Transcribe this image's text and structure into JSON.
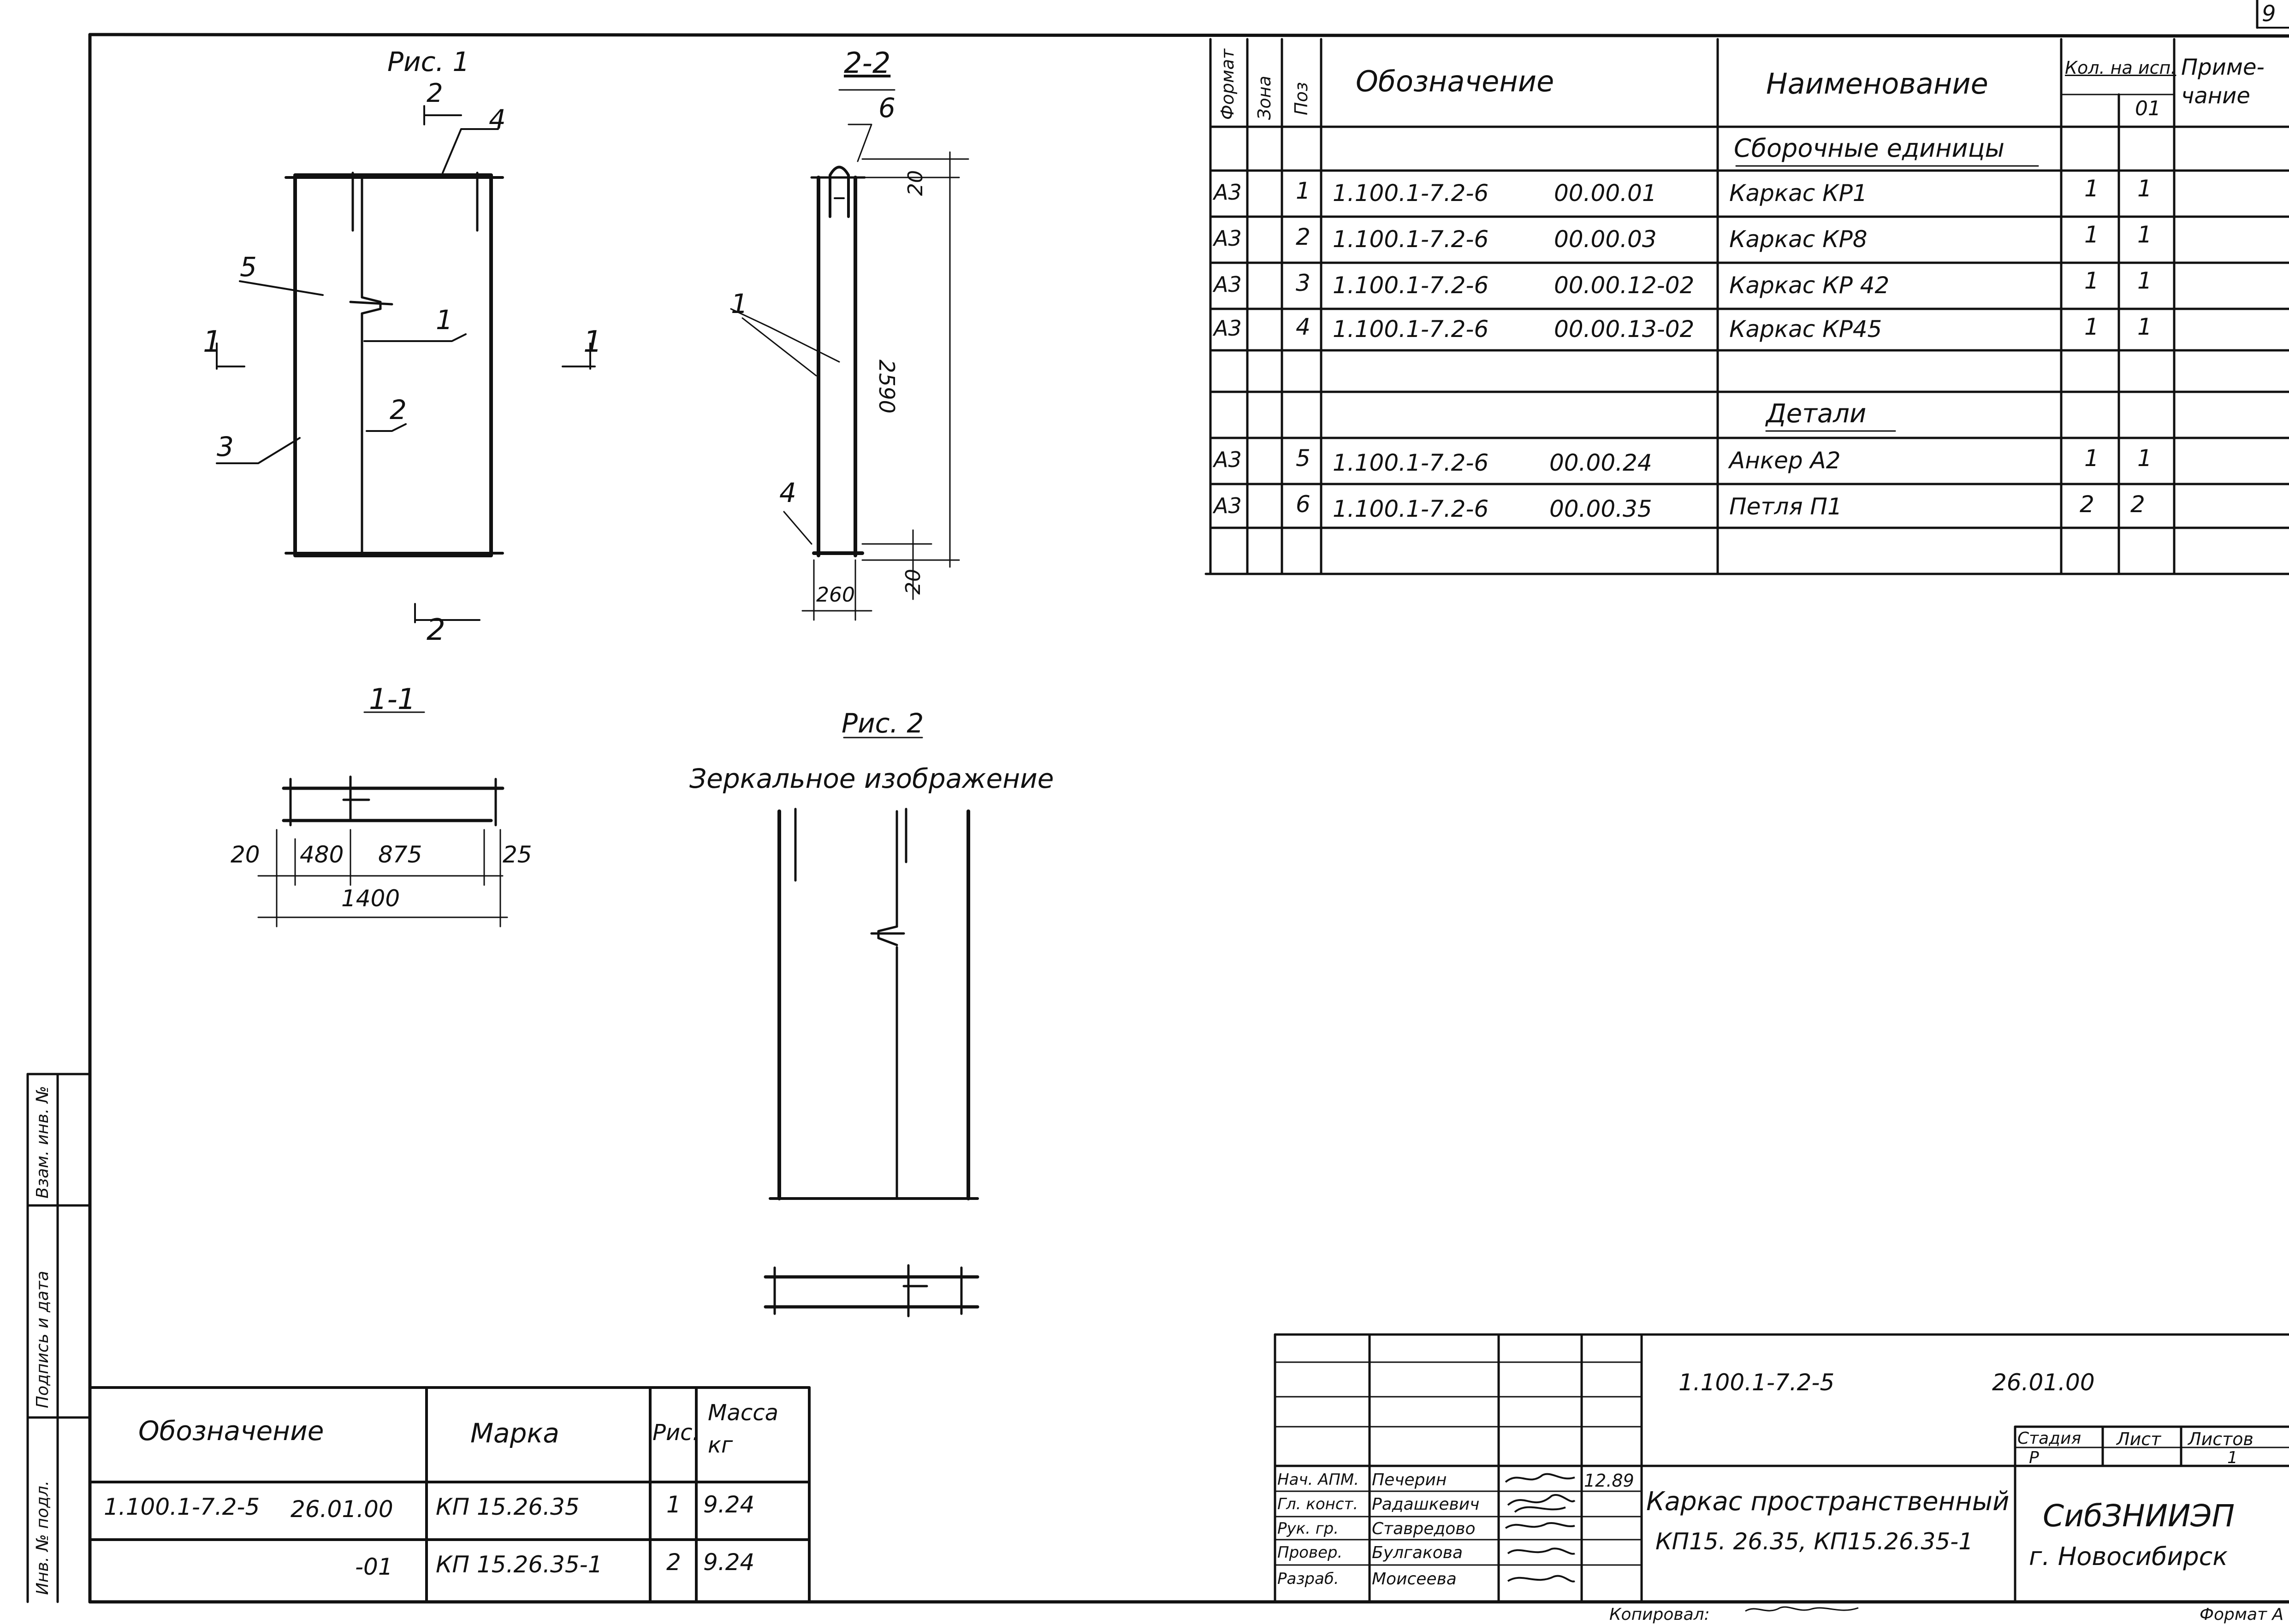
{
  "sheet_number": "9",
  "figures": {
    "fig1_title": "Рис. 1",
    "fig2_title": "Рис. 2",
    "fig2_caption": "Зеркальное изображение",
    "section_1_1": "1-1",
    "section_2_2": "2-2",
    "cut_marks": {
      "one": "1",
      "two": "2"
    },
    "callouts": [
      "1",
      "2",
      "3",
      "4",
      "5",
      "6"
    ],
    "dims": {
      "d20": "20",
      "d480": "480",
      "d875": "875",
      "d25": "25",
      "d1400": "1400",
      "d2590": "2590",
      "d260": "260",
      "d20b": "20"
    }
  },
  "spec_table": {
    "headers": {
      "format": "Формат",
      "zone": "Зона",
      "pos": "Поз",
      "designation": "Обозначение",
      "name": "Наименование",
      "qty": "Кол. на исп.",
      "qty_sub": "01",
      "note": "Приме- чание"
    },
    "section_assemblies": "Сборочные единицы",
    "section_details": "Детали",
    "rows": [
      {
        "format": "А3",
        "pos": "1",
        "code": "1.100.1-7.2-6",
        "num": "00.00.01",
        "name": "Каркас КР1",
        "q1": "1",
        "q2": "1"
      },
      {
        "format": "А3",
        "pos": "2",
        "code": "1.100.1-7.2-6",
        "num": "00.00.03",
        "name": "Каркас КР8",
        "q1": "1",
        "q2": "1"
      },
      {
        "format": "А3",
        "pos": "3",
        "code": "1.100.1-7.2-6",
        "num": "00.00.12-02",
        "name": "Каркас КР 42",
        "q1": "1",
        "q2": "1"
      },
      {
        "format": "А3",
        "pos": "4",
        "code": "1.100.1-7.2-6",
        "num": "00.00.13-02",
        "name": "Каркас КР45",
        "q1": "1",
        "q2": "1"
      },
      {
        "format": "А3",
        "pos": "5",
        "code": "1.100.1-7.2-6",
        "num": "00.00.24",
        "name": "Анкер А2",
        "q1": "1",
        "q2": "1"
      },
      {
        "format": "А3",
        "pos": "6",
        "code": "1.100.1-7.2-6",
        "num": "00.00.35",
        "name": "Петля П1",
        "q1": "2",
        "q2": "2"
      }
    ]
  },
  "mark_table": {
    "headers": {
      "designation": "Обозначение",
      "mark": "Марка",
      "fig": "Рис.",
      "mass": "Масса кг"
    },
    "rows": [
      {
        "designation": "1.100.1-7.2-5",
        "code": "26.01.00",
        "mark": "КП 15.26.35",
        "fig": "1",
        "mass": "9.24"
      },
      {
        "designation": "",
        "code": "-01",
        "mark": "КП 15.26.35-1",
        "fig": "2",
        "mass": "9.24"
      }
    ]
  },
  "side_stamp": [
    "Взам. инв. №",
    "Подпись и дата",
    "Инв. № подл."
  ],
  "title_block": {
    "doc_code": "1.100.1-7.2-5",
    "doc_num": "26.01.00",
    "roles": [
      {
        "role": "Нач. АПМ.",
        "name": "Печерин"
      },
      {
        "role": "Гл. конст.",
        "name": "Радашкевич"
      },
      {
        "role": "Рук. гр.",
        "name": "Ставредово"
      },
      {
        "role": "Провер.",
        "name": "Булгакова"
      },
      {
        "role": "Разраб.",
        "name": "Моисеева"
      }
    ],
    "date": "12.89",
    "title_line1": "Каркас пространственный",
    "title_line2": "КП15. 26.35,  КП15.26.35-1",
    "stage_label": "Стадия",
    "stage_value": "Р",
    "sheet_label": "Лист",
    "sheets_label": "Листов",
    "sheets_value": "1",
    "org_line1": "СибЗНИИЭП",
    "org_line2": "г. Новосибирск"
  },
  "footer": {
    "copied": "Копировал:",
    "format": "Формат А"
  }
}
